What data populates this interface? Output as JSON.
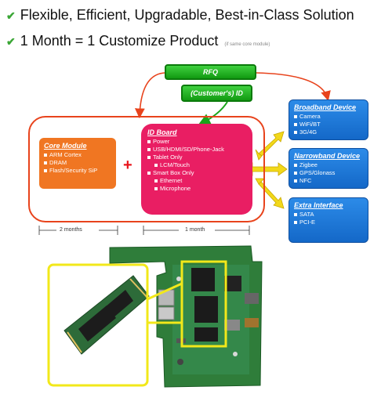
{
  "headline": {
    "line1": "Flexible, Efficient, Upgradable, Best-in-Class Solution",
    "line2": "1 Month = 1 Customize Product",
    "line2_note": "(if same core module)"
  },
  "flow": {
    "rfq": "RFQ",
    "customer_id": "(Customer's) ID"
  },
  "core_module": {
    "title": "Core Module",
    "items": [
      "ARM Cortex",
      "DRAM",
      "Flash/Security SiP"
    ]
  },
  "id_board": {
    "title": "ID Board",
    "items": [
      {
        "text": "Power",
        "level": 0
      },
      {
        "text": "USB/HDMI/SD/Phone-Jack",
        "level": 0
      },
      {
        "text": "Tablet Only",
        "level": 0
      },
      {
        "text": "LCM/Touch",
        "level": 1
      },
      {
        "text": "Smart Box Only",
        "level": 0
      },
      {
        "text": "Ethernet",
        "level": 1
      },
      {
        "text": "Microphone",
        "level": 1
      }
    ]
  },
  "broadband": {
    "title": "Broadband Device",
    "items": [
      "Camera",
      "WiFi/BT",
      "3G/4G"
    ]
  },
  "narrowband": {
    "title": "Narrowband Device",
    "items": [
      "Zigbee",
      "GPS/Glonass",
      "NFC"
    ]
  },
  "extra": {
    "title": "Extra Interface",
    "items": [
      "SATA",
      "PCI-E"
    ]
  },
  "timeline": {
    "core_duration": "2 months",
    "board_duration": "1 month"
  },
  "colors": {
    "frame": "#e8431c",
    "core": "#f07622",
    "idboard": "#e91e63",
    "device": "#1f7ad8",
    "flow": "#1aa51a",
    "highlight": "#f2e81a"
  }
}
